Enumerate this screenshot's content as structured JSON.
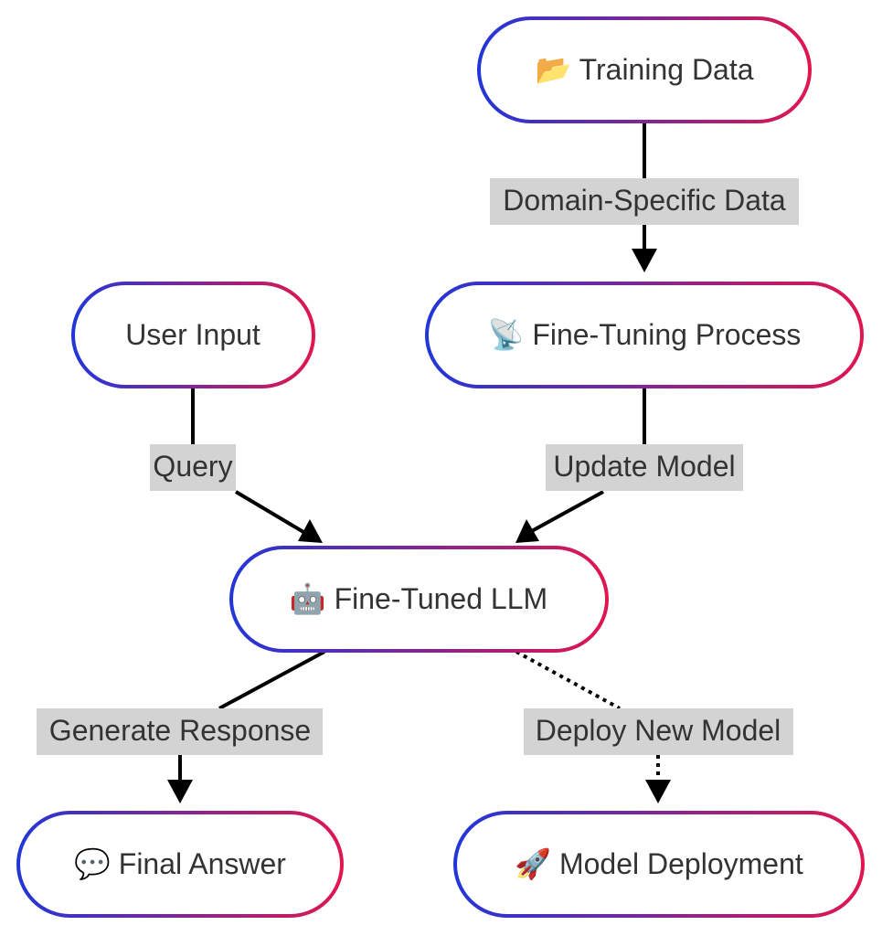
{
  "diagram": {
    "type": "flowchart",
    "node_border_gradient": [
      "#2236d8",
      "#e0164f"
    ],
    "edge_color": "#000000",
    "edge_label_background": "#d3d3d3",
    "nodes": {
      "training_data": {
        "icon": "open-folder-icon",
        "emoji": "📂",
        "label": "Training Data"
      },
      "fine_tuning_process": {
        "icon": "satellite-antenna-icon",
        "emoji": "📡",
        "label": "Fine-Tuning Process"
      },
      "user_input": {
        "label": "User Input"
      },
      "fine_tuned_llm": {
        "icon": "robot-icon",
        "emoji": "🤖",
        "label": "Fine-Tuned LLM"
      },
      "final_answer": {
        "icon": "speech-balloon-icon",
        "emoji": "💬",
        "label": "Final Answer"
      },
      "model_deployment": {
        "icon": "rocket-icon",
        "emoji": "🚀",
        "label": "Model Deployment"
      }
    },
    "edges": {
      "domain_data": {
        "from": "Training Data",
        "to": "Fine-Tuning Process",
        "label": "Domain-Specific Data",
        "style": "solid"
      },
      "query": {
        "from": "User Input",
        "to": "Fine-Tuned LLM",
        "label": "Query",
        "style": "solid"
      },
      "update_model": {
        "from": "Fine-Tuning Process",
        "to": "Fine-Tuned LLM",
        "label": "Update Model",
        "style": "solid"
      },
      "generate_response": {
        "from": "Fine-Tuned LLM",
        "to": "Final Answer",
        "label": "Generate Response",
        "style": "solid"
      },
      "deploy_new_model": {
        "from": "Fine-Tuned LLM",
        "to": "Model Deployment",
        "label": "Deploy New Model",
        "style": "dotted"
      }
    }
  }
}
